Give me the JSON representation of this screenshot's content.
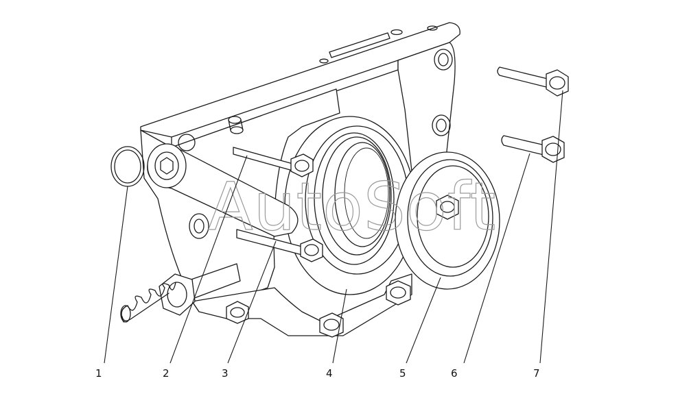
{
  "watermark": "AutoSoft",
  "callouts": [
    "1",
    "2",
    "3",
    "4",
    "5",
    "6",
    "7"
  ]
}
